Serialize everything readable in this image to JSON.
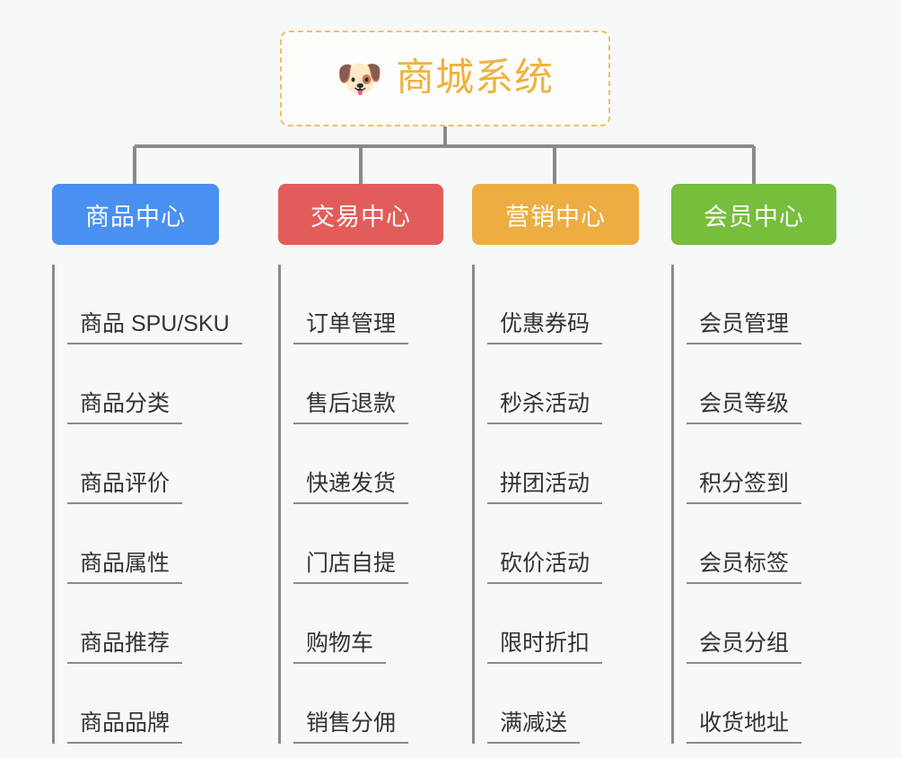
{
  "page": {
    "background_color": "#f7f8f8",
    "type": "mindmap"
  },
  "root": {
    "icon": "shiba-dog-face-icon",
    "icon_glyph": "🐶",
    "title": "商城系统",
    "text_color": "#efb23f",
    "border_color": "#f0c066",
    "background_color": "#fdfdfc"
  },
  "connector": {
    "color": "#8a8a8a"
  },
  "branches": [
    {
      "label": "商品中心",
      "color": "#4990f0",
      "items": [
        {
          "label": "商品 SPU/SKU"
        },
        {
          "label": "商品分类"
        },
        {
          "label": "商品评价"
        },
        {
          "label": "商品属性"
        },
        {
          "label": "商品推荐"
        },
        {
          "label": "商品品牌"
        }
      ]
    },
    {
      "label": "交易中心",
      "color": "#e25d5a",
      "items": [
        {
          "label": "订单管理"
        },
        {
          "label": "售后退款"
        },
        {
          "label": "快递发货"
        },
        {
          "label": "门店自提"
        },
        {
          "label": "购物车"
        },
        {
          "label": "销售分佣"
        }
      ]
    },
    {
      "label": "营销中心",
      "color": "#edad42",
      "items": [
        {
          "label": "优惠券码"
        },
        {
          "label": "秒杀活动"
        },
        {
          "label": "拼团活动"
        },
        {
          "label": "砍价活动"
        },
        {
          "label": "限时折扣"
        },
        {
          "label": "满减送"
        }
      ]
    },
    {
      "label": "会员中心",
      "color": "#76be3c",
      "items": [
        {
          "label": "会员管理"
        },
        {
          "label": "会员等级"
        },
        {
          "label": "积分签到"
        },
        {
          "label": "会员标签"
        },
        {
          "label": "会员分组"
        },
        {
          "label": "收货地址"
        }
      ]
    }
  ]
}
